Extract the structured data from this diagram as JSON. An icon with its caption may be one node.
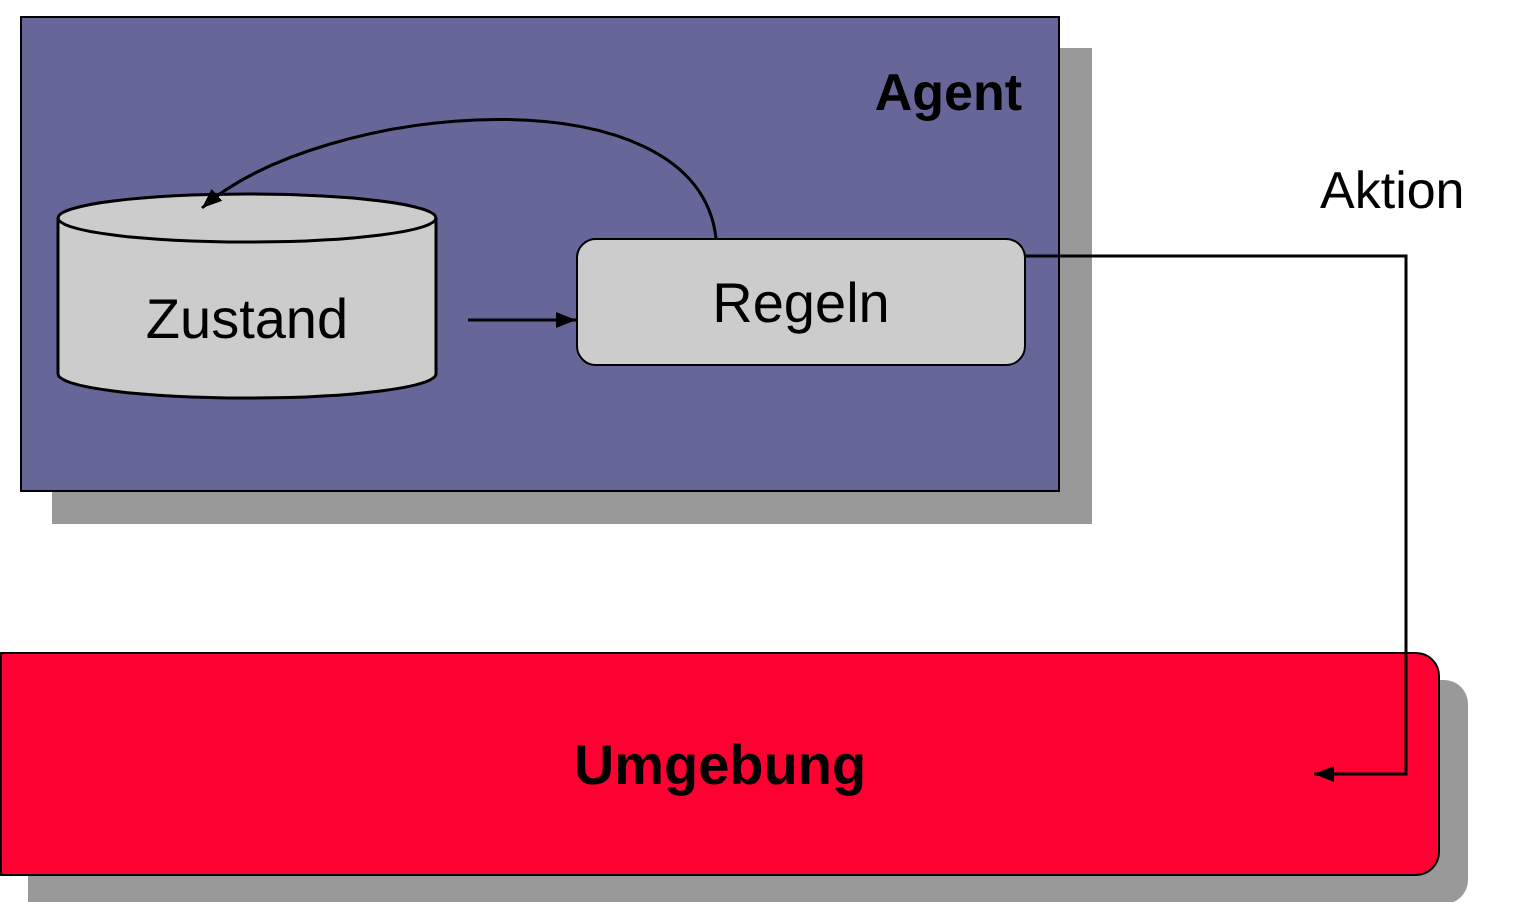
{
  "diagram": {
    "nodes": [
      {
        "text": [
          "Agent"
        ]
      },
      {
        "text": [
          "Zustand"
        ],
        "in": 0
      },
      {
        "text": [
          "Regeln"
        ],
        "in": 0
      },
      {
        "text": [
          "Umgebung"
        ]
      }
    ],
    "edges": [
      {
        "from": 1,
        "to": 2,
        "arrow": "to"
      },
      {
        "from": 2,
        "to": 1,
        "arrow": "to"
      },
      {
        "from": 2,
        "to": 3,
        "arrow": "to",
        "label": "Aktion"
      }
    ]
  }
}
